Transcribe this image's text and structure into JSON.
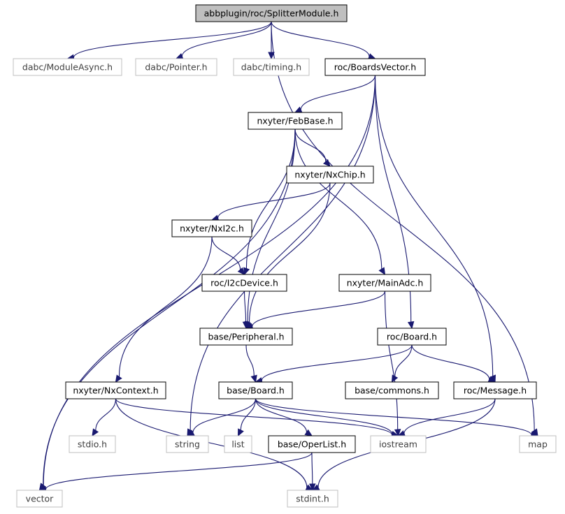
{
  "colors": {
    "edge": "#191970",
    "node_border": "#000000",
    "ext_border": "#bfbfbf",
    "ext_text": "#3f3f3f",
    "root_fill": "#bfbfbf",
    "text": "#000000"
  },
  "nodes": {
    "splitter": {
      "label": "abbplugin/roc/SplitterModule.h",
      "kind": "root"
    },
    "moduleasync": {
      "label": "dabc/ModuleAsync.h",
      "kind": "external"
    },
    "pointer": {
      "label": "dabc/Pointer.h",
      "kind": "external"
    },
    "timing": {
      "label": "dabc/timing.h",
      "kind": "external"
    },
    "boardsvector": {
      "label": "roc/BoardsVector.h",
      "kind": "local"
    },
    "map": {
      "label": "map",
      "kind": "external"
    },
    "febbase": {
      "label": "nxyter/FebBase.h",
      "kind": "local"
    },
    "nxchip": {
      "label": "nxyter/NxChip.h",
      "kind": "local"
    },
    "nxi2c": {
      "label": "nxyter/NxI2c.h",
      "kind": "local"
    },
    "i2cdevice": {
      "label": "roc/I2cDevice.h",
      "kind": "local"
    },
    "mainadc": {
      "label": "nxyter/MainAdc.h",
      "kind": "local"
    },
    "peripheral": {
      "label": "base/Peripheral.h",
      "kind": "local"
    },
    "rocboard": {
      "label": "roc/Board.h",
      "kind": "local"
    },
    "nxcontext": {
      "label": "nxyter/NxContext.h",
      "kind": "local"
    },
    "baseboard": {
      "label": "base/Board.h",
      "kind": "local"
    },
    "commons": {
      "label": "base/commons.h",
      "kind": "local"
    },
    "message": {
      "label": "roc/Message.h",
      "kind": "local"
    },
    "stdio": {
      "label": "stdio.h",
      "kind": "external"
    },
    "string": {
      "label": "string",
      "kind": "external"
    },
    "list": {
      "label": "list",
      "kind": "external"
    },
    "operlist": {
      "label": "base/OperList.h",
      "kind": "local"
    },
    "iostream": {
      "label": "iostream",
      "kind": "external"
    },
    "vector": {
      "label": "vector",
      "kind": "external"
    },
    "stdint": {
      "label": "stdint.h",
      "kind": "external"
    }
  },
  "edges": [
    [
      "splitter",
      "moduleasync"
    ],
    [
      "splitter",
      "pointer"
    ],
    [
      "splitter",
      "timing"
    ],
    [
      "splitter",
      "boardsvector"
    ],
    [
      "splitter",
      "map"
    ],
    [
      "boardsvector",
      "febbase"
    ],
    [
      "boardsvector",
      "vector"
    ],
    [
      "boardsvector",
      "string"
    ],
    [
      "boardsvector",
      "rocboard"
    ],
    [
      "boardsvector",
      "message"
    ],
    [
      "febbase",
      "nxchip"
    ],
    [
      "febbase",
      "i2cdevice"
    ],
    [
      "febbase",
      "peripheral"
    ],
    [
      "febbase",
      "mainadc"
    ],
    [
      "febbase",
      "vector"
    ],
    [
      "nxchip",
      "nxi2c"
    ],
    [
      "nxchip",
      "peripheral"
    ],
    [
      "nxi2c",
      "i2cdevice"
    ],
    [
      "nxi2c",
      "nxcontext"
    ],
    [
      "i2cdevice",
      "peripheral"
    ],
    [
      "mainadc",
      "peripheral"
    ],
    [
      "mainadc",
      "iostream"
    ],
    [
      "peripheral",
      "baseboard"
    ],
    [
      "rocboard",
      "baseboard"
    ],
    [
      "rocboard",
      "commons"
    ],
    [
      "rocboard",
      "message"
    ],
    [
      "nxcontext",
      "stdio"
    ],
    [
      "nxcontext",
      "iostream"
    ],
    [
      "nxcontext",
      "stdint"
    ],
    [
      "baseboard",
      "string"
    ],
    [
      "baseboard",
      "list"
    ],
    [
      "baseboard",
      "operlist"
    ],
    [
      "baseboard",
      "iostream"
    ],
    [
      "baseboard",
      "map"
    ],
    [
      "message",
      "iostream"
    ],
    [
      "message",
      "stdint"
    ],
    [
      "operlist",
      "vector"
    ],
    [
      "operlist",
      "stdint"
    ]
  ]
}
